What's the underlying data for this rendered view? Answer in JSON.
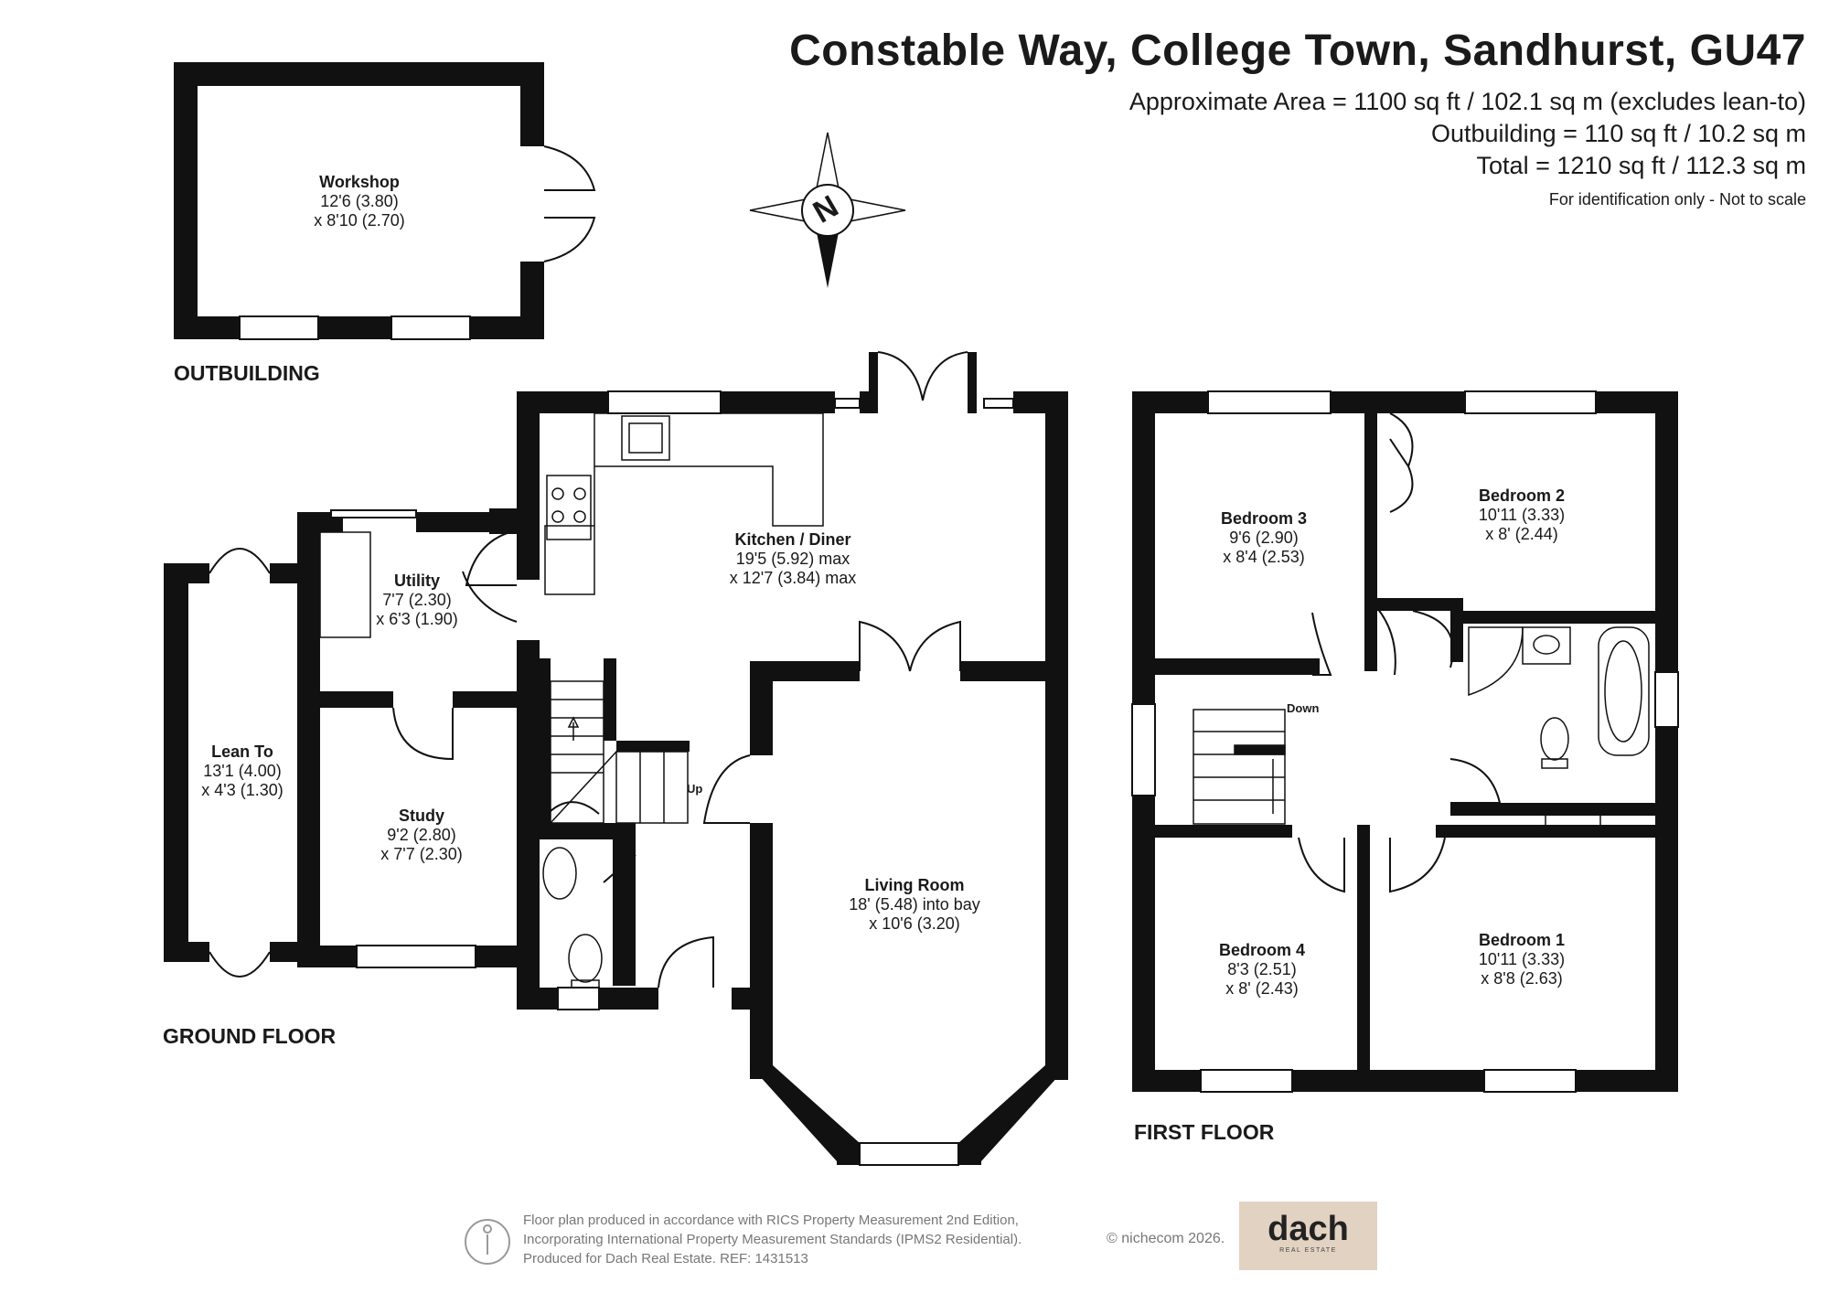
{
  "header": {
    "title": "Constable Way, College Town, Sandhurst, GU47",
    "approx_area": "Approximate Area = 1100 sq ft / 102.1 sq m (excludes lean-to)",
    "outbuilding_area": "Outbuilding = 110 sq ft / 10.2 sq m",
    "total_area": "Total = 1210 sq ft / 112.3 sq m",
    "note": "For identification only - Not to scale"
  },
  "compass": {
    "letter": "N",
    "icon": "north-arrow-icon"
  },
  "floors": {
    "outbuilding": "OUTBUILDING",
    "ground": "GROUND FLOOR",
    "first": "FIRST FLOOR"
  },
  "rooms": {
    "workshop": {
      "name": "Workshop",
      "dim1": "12'6 (3.80)",
      "dim2": "x 8'10 (2.70)"
    },
    "kitchen": {
      "name": "Kitchen / Diner",
      "dim1": "19'5 (5.92) max",
      "dim2": "x 12'7 (3.84) max"
    },
    "utility": {
      "name": "Utility",
      "dim1": "7'7 (2.30)",
      "dim2": "x 6'3 (1.90)"
    },
    "lean_to": {
      "name": "Lean To",
      "dim1": "13'1 (4.00)",
      "dim2": "x 4'3 (1.30)"
    },
    "study": {
      "name": "Study",
      "dim1": "9'2 (2.80)",
      "dim2": "x 7'7 (2.30)"
    },
    "living": {
      "name": "Living Room",
      "dim1": "18' (5.48) into bay",
      "dim2": "x 10'6 (3.20)"
    },
    "bedroom3": {
      "name": "Bedroom 3",
      "dim1": "9'6 (2.90)",
      "dim2": "x 8'4 (2.53)"
    },
    "bedroom2": {
      "name": "Bedroom 2",
      "dim1": "10'11 (3.33)",
      "dim2": "x 8' (2.44)"
    },
    "bedroom4": {
      "name": "Bedroom 4",
      "dim1": "8'3 (2.51)",
      "dim2": "x 8' (2.43)"
    },
    "bedroom1": {
      "name": "Bedroom 1",
      "dim1": "10'11 (3.33)",
      "dim2": "x 8'8 (2.63)"
    }
  },
  "stairs": {
    "up": "Up",
    "down": "Down"
  },
  "footer": {
    "line1": "Floor plan produced in accordance with RICS Property Measurement 2nd Edition,",
    "line2": "Incorporating International Property Measurement Standards (IPMS2 Residential).",
    "line3": "Produced for Dach Real Estate.   REF:  1431513",
    "copyright": "© nichecom 2026.",
    "logo_main": "dach",
    "logo_sub": "REAL ESTATE"
  }
}
